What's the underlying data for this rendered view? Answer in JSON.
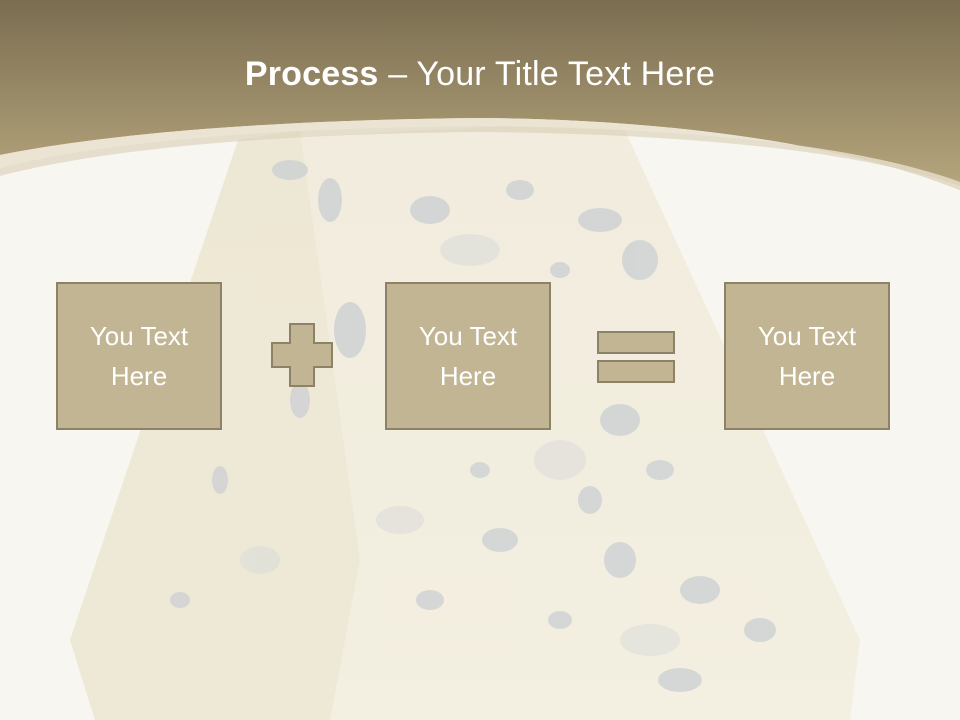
{
  "slide": {
    "title_bold": "Process",
    "title_rest": " – Your Title Text Here",
    "boxes": [
      {
        "text": "You Text\nHere"
      },
      {
        "text": "You Text\nHere"
      },
      {
        "text": "You Text\nHere"
      }
    ]
  },
  "colors": {
    "header_top": "#7a6d50",
    "header_bottom": "#b7a77e",
    "box_fill": "#c2b593",
    "box_border": "#8d8267",
    "background": "#f8f6f1"
  },
  "icons": {
    "plus": "plus-icon",
    "equals": "equals-icon"
  }
}
